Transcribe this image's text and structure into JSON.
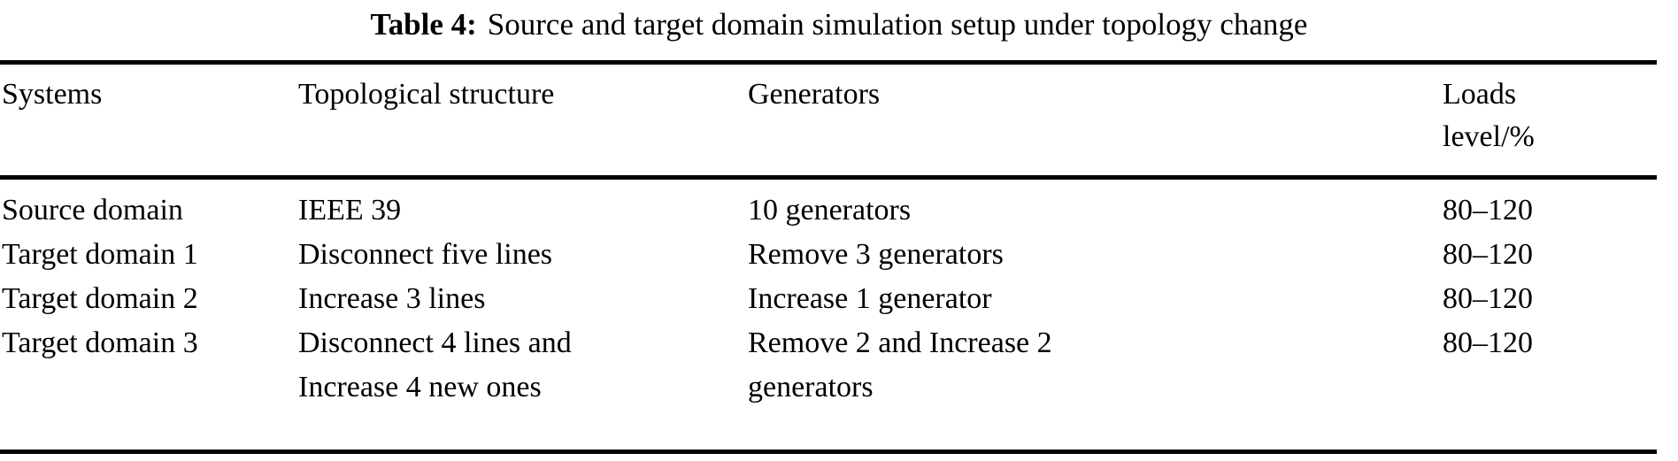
{
  "caption": {
    "label": "Table 4:",
    "text": "Source and target domain simulation setup under topology change"
  },
  "table": {
    "columns": [
      {
        "header": "Systems"
      },
      {
        "header": "Topological structure"
      },
      {
        "header": "Generators"
      },
      {
        "header": "Loads\nlevel/%"
      }
    ],
    "rows": [
      {
        "system": "Source domain",
        "topology": "IEEE 39",
        "generators": "10 generators",
        "loads_level": "80–120"
      },
      {
        "system": "Target domain 1",
        "topology": "Disconnect five lines",
        "generators": "Remove 3 generators",
        "loads_level": "80–120"
      },
      {
        "system": "Target domain 2",
        "topology": "Increase 3 lines",
        "generators": "Increase 1 generator",
        "loads_level": "80–120"
      },
      {
        "system": "Target domain 3",
        "topology": "Disconnect 4 lines and\nIncrease 4 new ones",
        "generators": "Remove 2 and Increase 2\ngenerators",
        "loads_level": "80–120"
      }
    ]
  }
}
